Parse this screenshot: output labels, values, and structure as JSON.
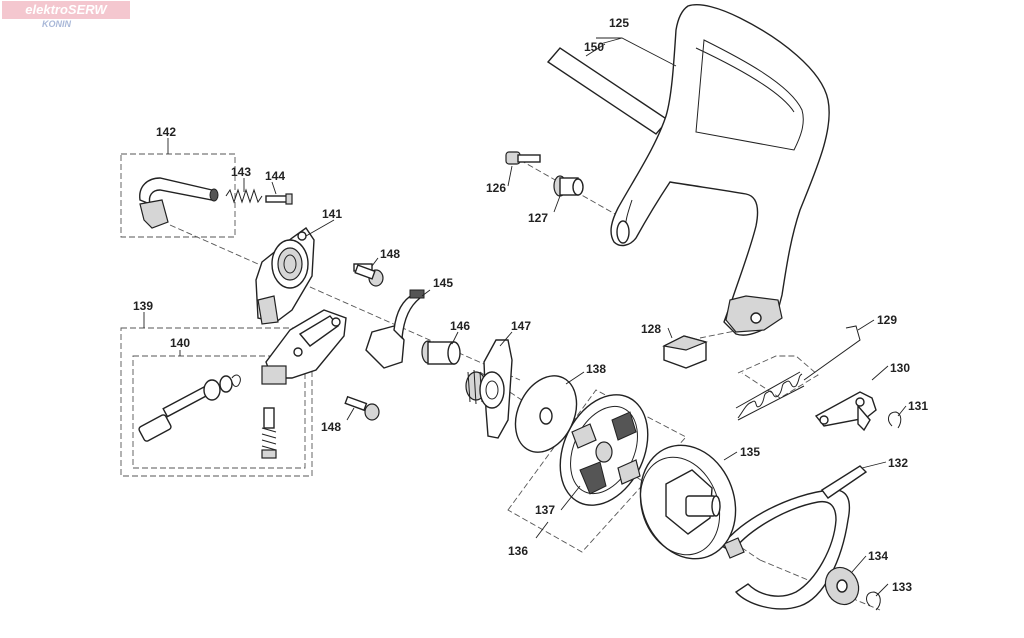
{
  "logo": {
    "main": "elektroSERW",
    "sub": "KONIN"
  },
  "part_labels": {
    "p125": "125",
    "p126": "126",
    "p127": "127",
    "p128": "128",
    "p129": "129",
    "p130": "130",
    "p131": "131",
    "p132": "132",
    "p133": "133",
    "p134": "134",
    "p135": "135",
    "p136": "136",
    "p137": "137",
    "p138": "138",
    "p139": "139",
    "p140": "140",
    "p141": "141",
    "p142": "142",
    "p143": "143",
    "p144": "144",
    "p145": "145",
    "p146": "146",
    "p147": "147",
    "p148a": "148",
    "p148b": "148",
    "p150": "150"
  }
}
